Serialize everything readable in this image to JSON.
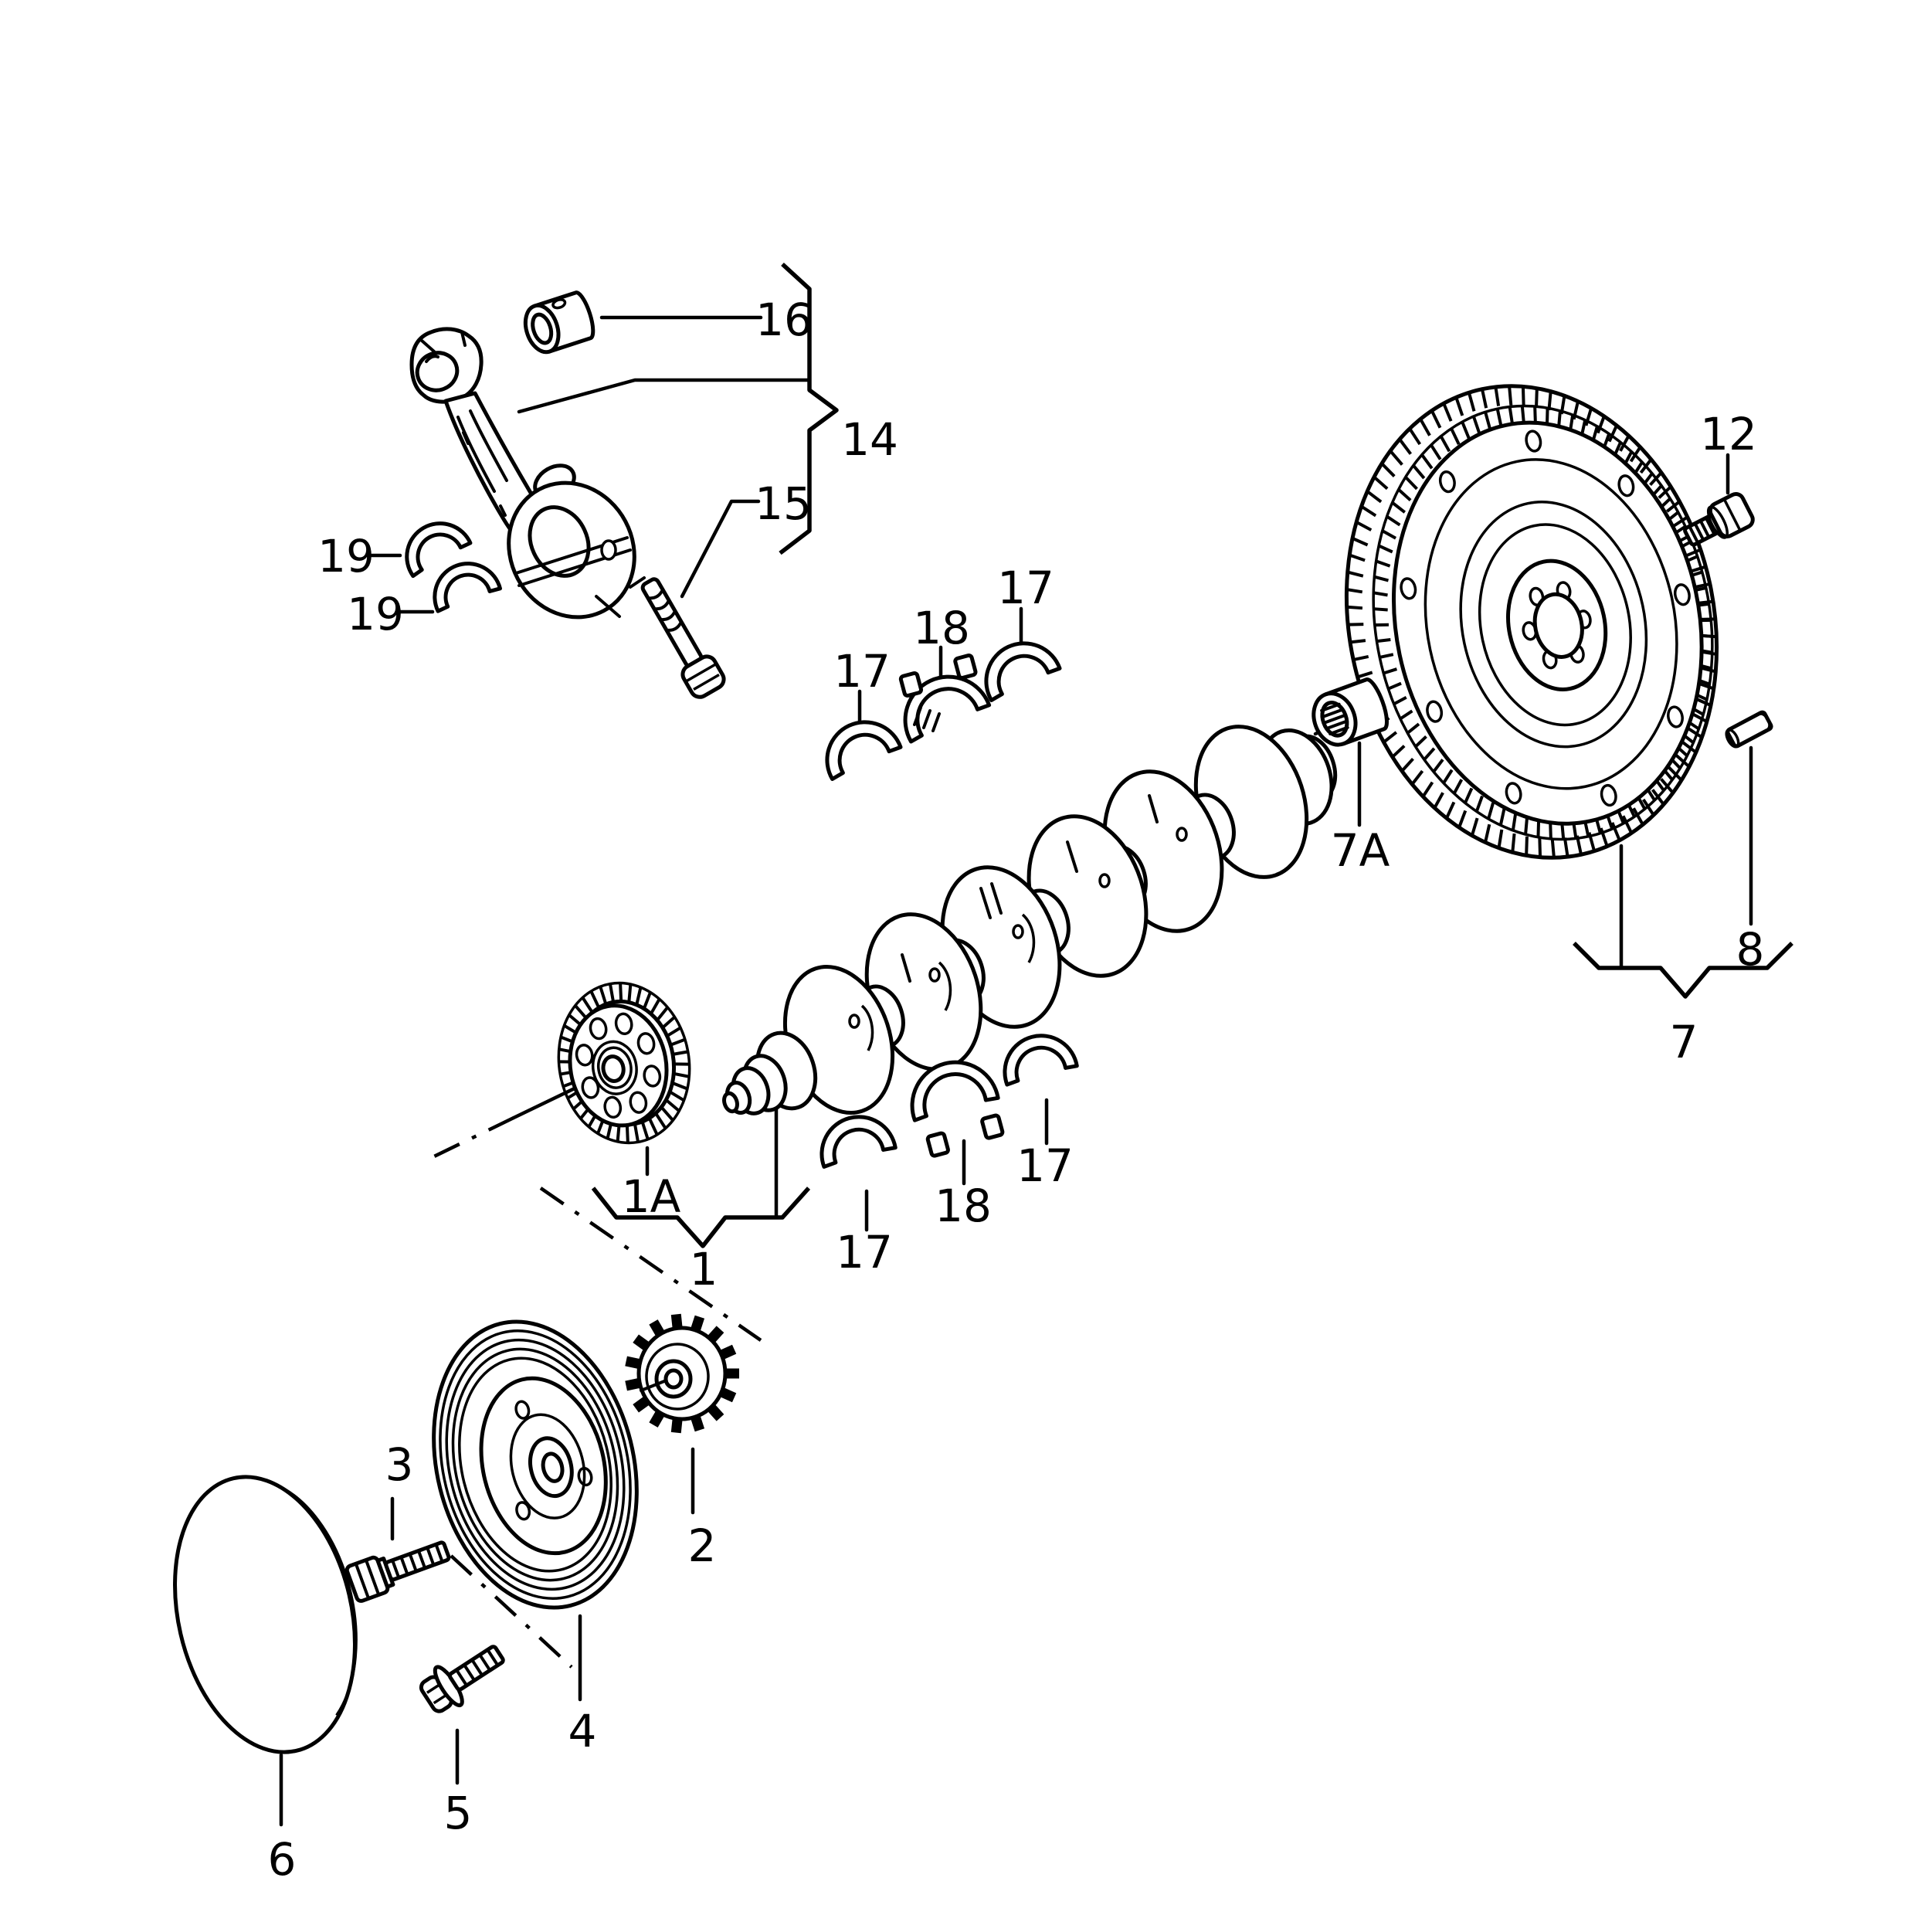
{
  "diagram": {
    "colors": {
      "background": "#ffffff",
      "line": "#000000"
    },
    "callouts": {
      "p16": "16",
      "p14": "14",
      "p15": "15",
      "p19_upper": "19",
      "p19_lower": "19",
      "p17_top_left": "17",
      "p18_top": "18",
      "p17_top_right": "17",
      "p12": "12",
      "p7a": "7A",
      "p8": "8",
      "p7": "7",
      "p1a": "1A",
      "p1": "1",
      "p17_low_left": "17",
      "p18_low": "18",
      "p17_low_right": "17",
      "p2": "2",
      "p3": "3",
      "p4": "4",
      "p5": "5",
      "p6": "6"
    }
  }
}
